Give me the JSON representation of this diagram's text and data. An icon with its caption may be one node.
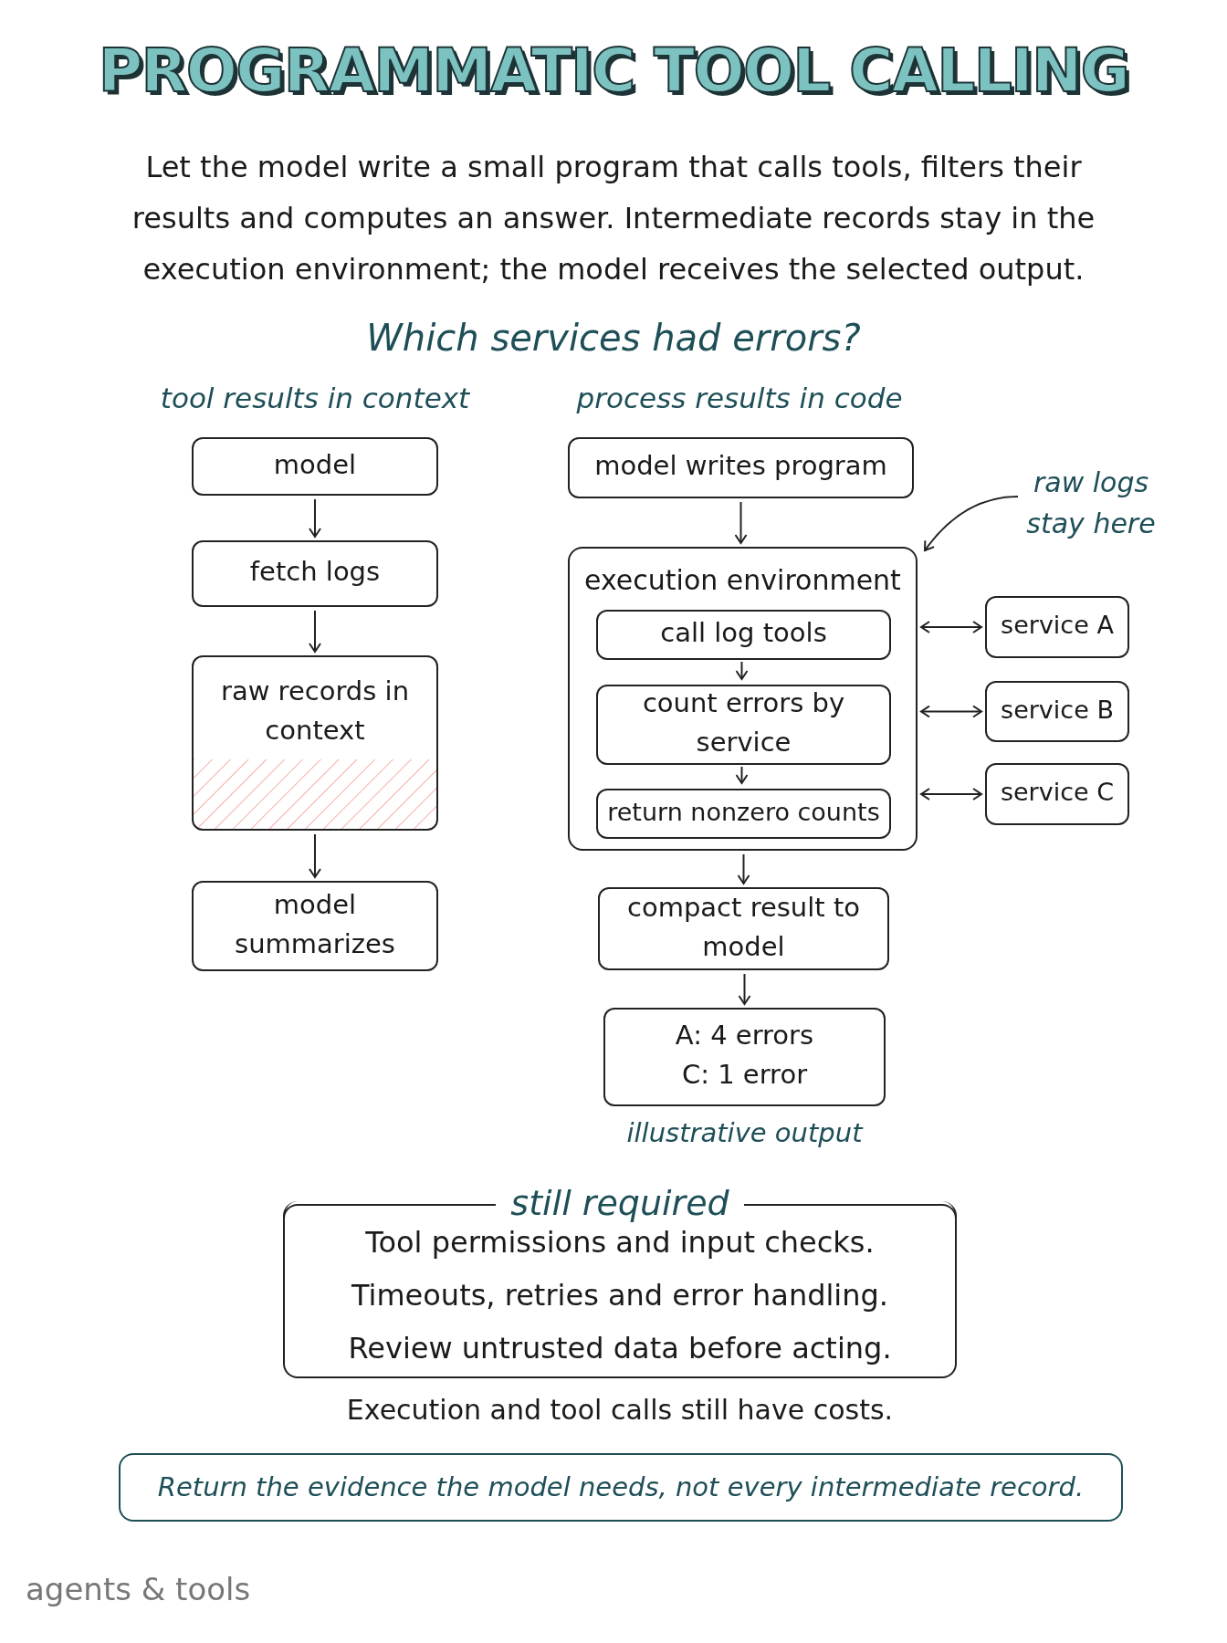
{
  "diagram": {
    "title": "PROGRAMMATIC TOOL CALLING",
    "nodes": [
      {
        "text": [
          "model"
        ]
      },
      {
        "text": [
          "fetch logs"
        ]
      },
      {
        "text": [
          "raw records in context"
        ]
      },
      {
        "text": [
          "model summarizes"
        ]
      },
      {
        "text": [
          "model writes program"
        ]
      },
      {
        "text": [
          "execution environment"
        ]
      },
      {
        "text": [
          "call log tools"
        ],
        "in": 5
      },
      {
        "text": [
          "count errors by service"
        ],
        "in": 5
      },
      {
        "text": [
          "return nonzero counts"
        ],
        "in": 5
      },
      {
        "text": [
          "service A"
        ]
      },
      {
        "text": [
          "service B"
        ]
      },
      {
        "text": [
          "service C"
        ]
      },
      {
        "text": [
          "compact result to model"
        ]
      },
      {
        "text": [
          "A: 4 errors",
          "C: 1 error"
        ],
        "beside": [
          "illustrative output"
        ]
      },
      {
        "text": [
          "still required",
          "Tool permissions and input checks.",
          "Timeouts, retries and error handling.",
          "Review untrusted data before acting."
        ],
        "beside": [
          "Execution and tool calls still have costs."
        ]
      },
      {
        "text": [
          "Return the evidence the model needs, not every intermediate record."
        ]
      },
      {
        "text": [
          "raw logs stay here"
        ]
      }
    ],
    "edges": [
      {
        "from": 0,
        "to": 1,
        "arrow": "to"
      },
      {
        "from": 1,
        "to": 2,
        "arrow": "to"
      },
      {
        "from": 2,
        "to": 3,
        "arrow": "to"
      },
      {
        "from": 4,
        "to": 5,
        "arrow": "to"
      },
      {
        "from": 6,
        "to": 7,
        "arrow": "to"
      },
      {
        "from": 7,
        "to": 8,
        "arrow": "to"
      },
      {
        "from": 5,
        "to": 9,
        "arrow": "both"
      },
      {
        "from": 5,
        "to": 10,
        "arrow": "both"
      },
      {
        "from": 5,
        "to": 11,
        "arrow": "both"
      },
      {
        "from": 5,
        "to": 12,
        "arrow": "to"
      },
      {
        "from": 12,
        "to": 13,
        "arrow": "to"
      },
      {
        "from": 16,
        "to": 5,
        "arrow": "to"
      }
    ],
    "labels": [
      "Let the model write a small program that calls tools, filters their results and computes an answer. Intermediate records stay in the execution environment; the model receives the selected output.",
      "Which services had errors?",
      "tool results in context",
      "process results in code",
      "agents & tools"
    ]
  }
}
